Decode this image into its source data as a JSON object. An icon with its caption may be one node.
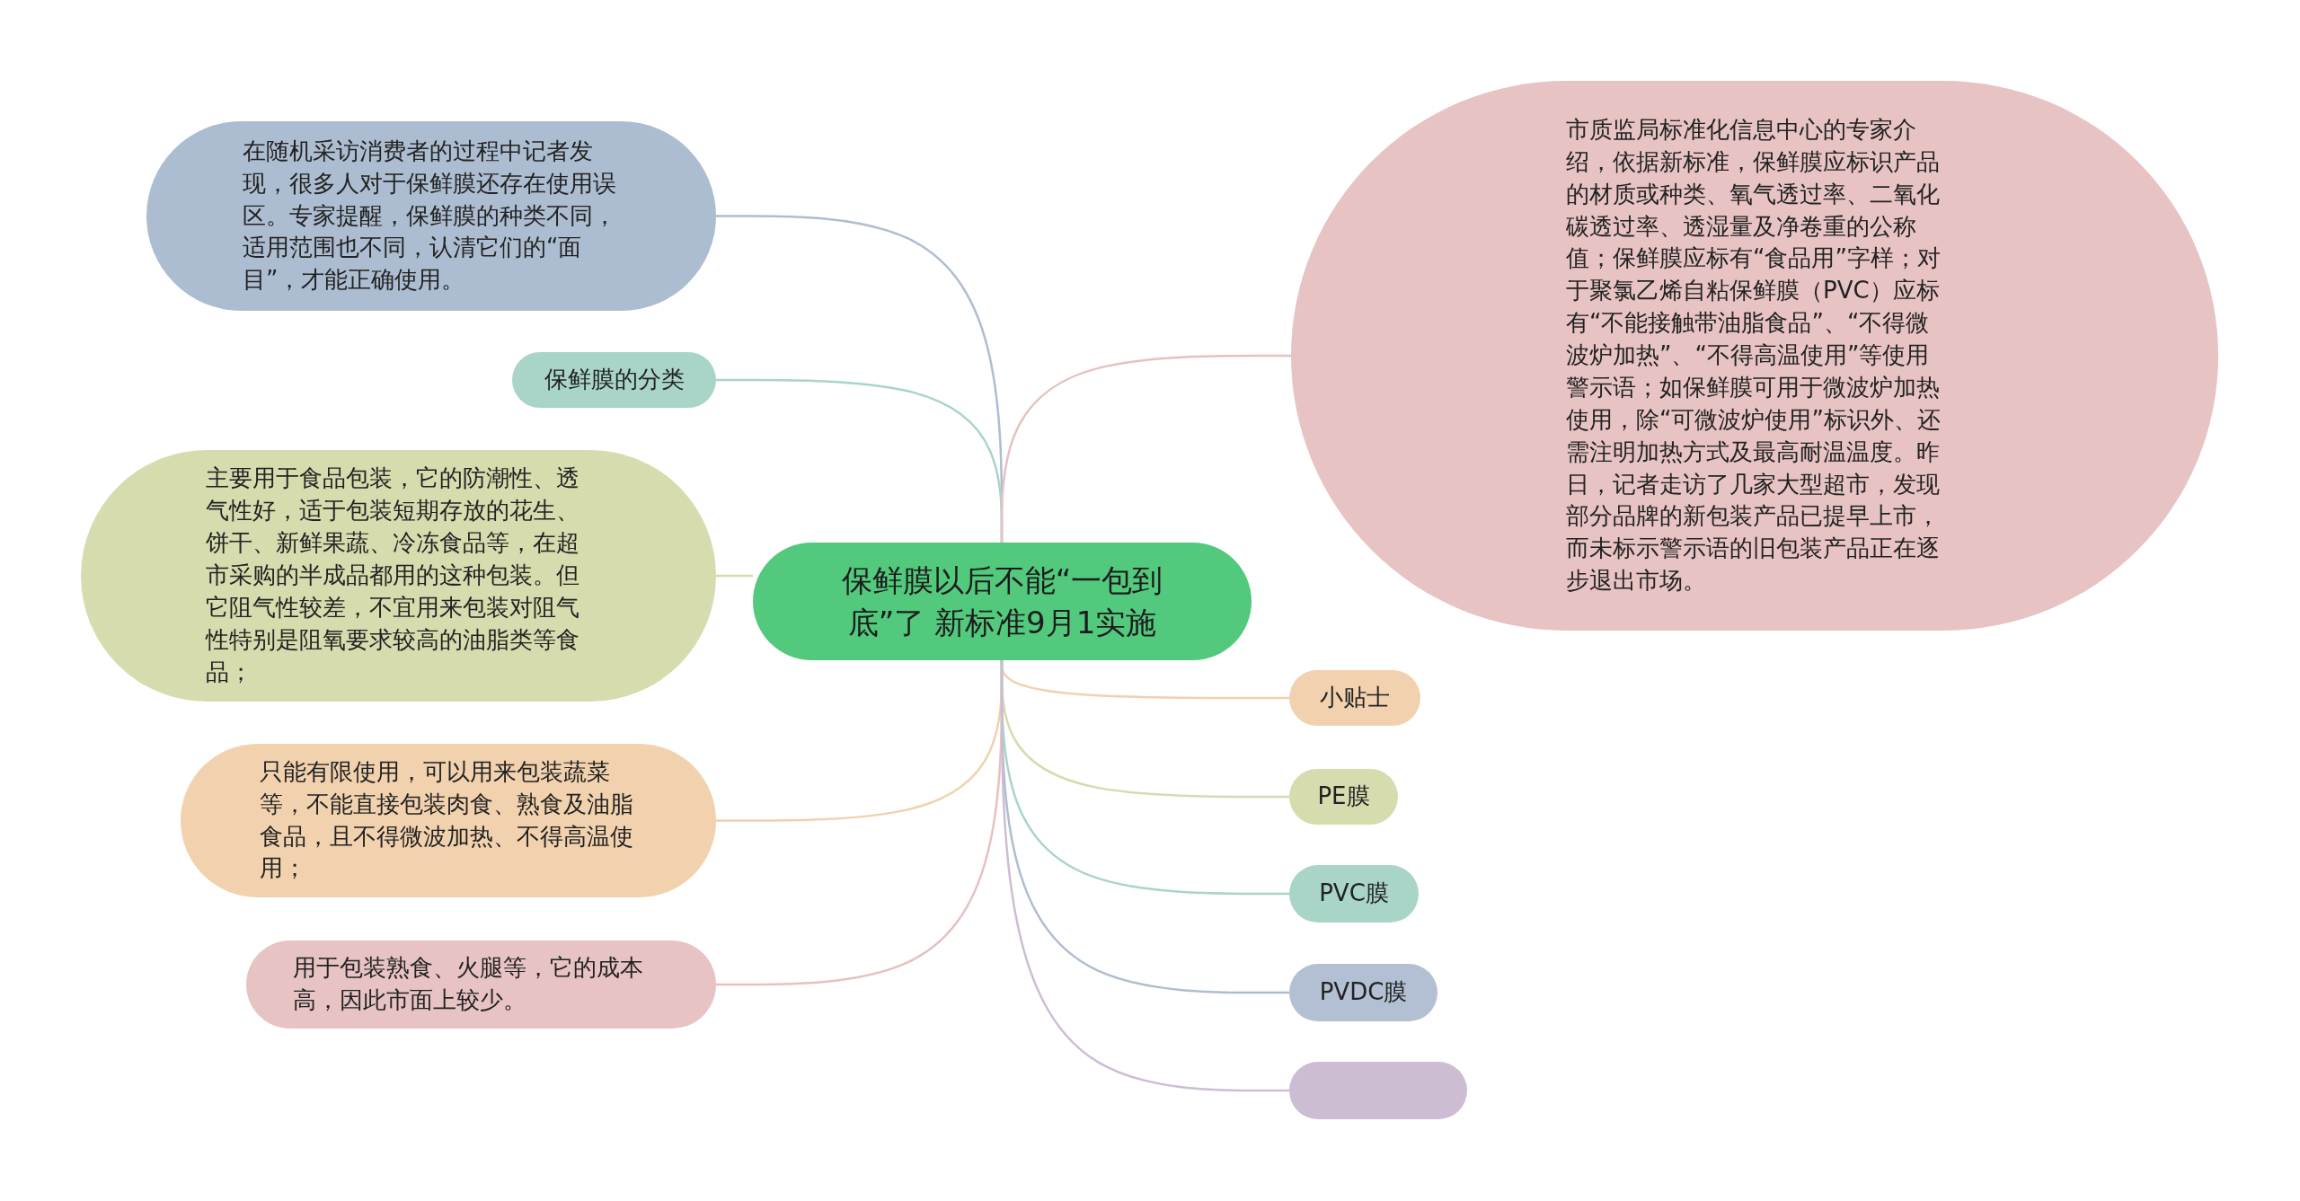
{
  "diagram": {
    "nodes": [
      {
        "text": [
          "保鲜膜以后不能“一包到底”了 新标准9月1实施"
        ]
      },
      {
        "text": [
          "在随机采访消费者的过程中记者发现，很多人对于保鲜膜还存在使用误区。专家提醒，保鲜膜的种类不同，适用范围也不同，认清它们的“面目”，才能正确使用。"
        ]
      },
      {
        "text": [
          "保鲜膜的分类"
        ]
      },
      {
        "text": [
          "主要用于食品包装，它的防潮性、透气性好，适于包装短期存放的花生、饼干、新鲜果蔬、冷冻食品等，在超市采购的半成品都用的这种包装。但它阻气性较差，不宜用来包装对阻气性特别是阻氧要求较高的油脂类等食品；"
        ]
      },
      {
        "text": [
          "只能有限使用，可以用来包装蔬菜等，不能直接包装肉食、熟食及油脂食品，且不得微波加热、不得高温使用；"
        ]
      },
      {
        "text": [
          "用于包装熟食、火腿等，它的成本高，因此市面上较少。"
        ]
      },
      {
        "text": [
          "市质监局标准化信息中心的专家介绍，依据新标准，保鲜膜应标识产品的材质或种类、氧气透过率、二氧化碳透过率、透湿量及净卷重的公称值；保鲜膜应标有“食品用”字样；对于聚氯乙烯自粘保鲜膜（PVC）应标有“不能接触带油脂食品”、“不得微波炉加热”、“不得高温使用”等使用警示语；如保鲜膜可用于微波炉加热使用，除“可微波炉使用”标识外、还需注明加热方式及最高耐温温度。昨日，记者走访了几家大型超市，发现部分品牌的新包装产品已提早上市，而未标示警示语的旧包装产品正在逐步退出市场。"
        ]
      },
      {
        "text": [
          "小贴士"
        ]
      },
      {
        "text": [
          "PE膜"
        ]
      },
      {
        "text": [
          "PVC膜"
        ]
      },
      {
        "text": [
          "PVDC膜"
        ]
      },
      {
        "text": [],
        "shape": "box"
      }
    ],
    "edges": [
      {
        "from": 0,
        "to": 1,
        "arrow": "none",
        "color": "#aebdd0"
      },
      {
        "from": 0,
        "to": 2,
        "arrow": "none",
        "color": "#a8d5c8"
      },
      {
        "from": 0,
        "to": 3,
        "arrow": "none",
        "color": "#d6dbad"
      },
      {
        "from": 0,
        "to": 4,
        "arrow": "none",
        "color": "#f1d1ad"
      },
      {
        "from": 0,
        "to": 5,
        "arrow": "none",
        "color": "#e7c1c1"
      },
      {
        "from": 0,
        "to": 6,
        "arrow": "none",
        "color": "#e7c1c1"
      },
      {
        "from": 0,
        "to": 7,
        "arrow": "none",
        "color": "#f1d1ad"
      },
      {
        "from": 0,
        "to": 8,
        "arrow": "none",
        "color": "#d6dbad"
      },
      {
        "from": 0,
        "to": 9,
        "arrow": "none",
        "color": "#a8d5c8"
      },
      {
        "from": 0,
        "to": 10,
        "arrow": "none",
        "color": "#aebdd0"
      },
      {
        "from": 0,
        "to": 11,
        "arrow": "none",
        "color": "#cdbdd3"
      }
    ]
  }
}
